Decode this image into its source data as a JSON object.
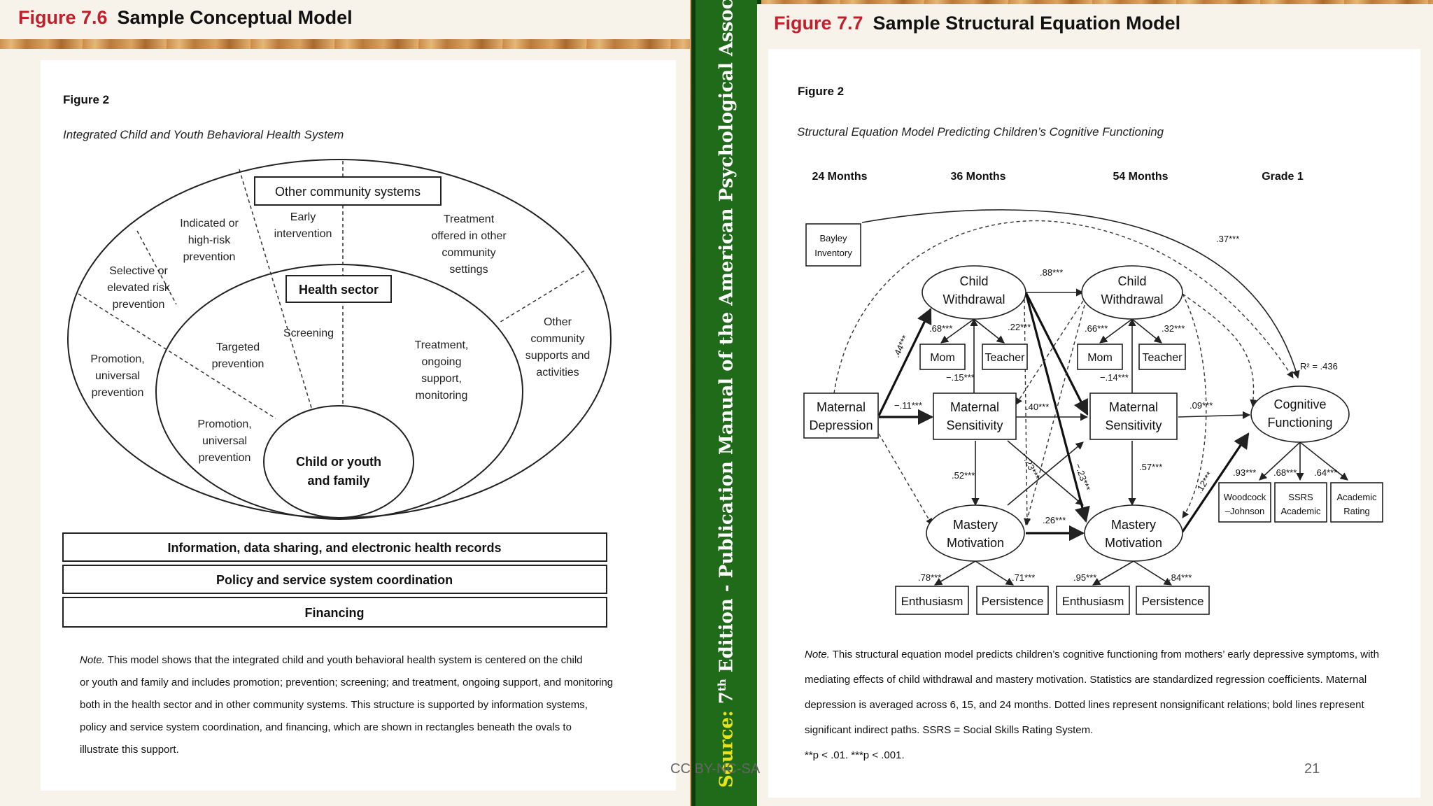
{
  "left": {
    "figure_number": "Figure 7.6",
    "figure_title": "Sample Conceptual Model",
    "figure_label": "Figure 2",
    "figure_caption": "Integrated Child and Youth Behavioral Health System",
    "boxes": {
      "other_community_systems": "Other community systems",
      "health_sector": "Health sector"
    },
    "outer_labels": {
      "early_intervention": [
        "Early",
        "intervention"
      ],
      "indicated": [
        "Indicated or",
        "high-risk",
        "prevention"
      ],
      "treatment_other": [
        "Treatment",
        "offered in other",
        "community",
        "settings"
      ],
      "selective": [
        "Selective or",
        "elevated risk",
        "prevention"
      ],
      "other_supports": [
        "Other",
        "community",
        "supports and",
        "activities"
      ],
      "promotion_outer": [
        "Promotion,",
        "universal",
        "prevention"
      ]
    },
    "inner_labels": {
      "screening": "Screening",
      "targeted": [
        "Targeted",
        "prevention"
      ],
      "treatment_inner": [
        "Treatment,",
        "ongoing",
        "support,",
        "monitoring"
      ],
      "promotion_inner": [
        "Promotion,",
        "universal",
        "prevention"
      ],
      "child_family": [
        "Child or youth",
        "and family"
      ]
    },
    "bars": [
      "Information, data sharing, and electronic health records",
      "Policy and service system coordination",
      "Financing"
    ],
    "note_label": "Note.",
    "note_lines": [
      "This model shows that the integrated child and youth behavioral health system is centered on the child",
      "or youth and family and includes promotion; prevention; screening; and treatment, ongoing support, and monitoring",
      "both in the health sector and in other community systems. This structure is supported by information systems,",
      "policy and service system coordination, and financing, which are shown in rectangles beneath the ovals to",
      "illustrate this support."
    ]
  },
  "spine": {
    "source": "Source:",
    "edition_sup": "th",
    "edition_num": "7",
    "rest": " Edition - Publication Manual of the American Psychological Association"
  },
  "right": {
    "figure_number": "Figure 7.7",
    "figure_title": "Sample Structural Equation Model",
    "figure_label": "Figure 2",
    "figure_caption": "Structural Equation Model Predicting Children’s Cognitive Functioning",
    "time_headers": [
      "24 Months",
      "36 Months",
      "54 Months",
      "Grade 1"
    ],
    "nodes": {
      "bayley": [
        "Bayley",
        "Inventory"
      ],
      "maternal_depression": [
        "Maternal",
        "Depression"
      ],
      "child_withdrawal": [
        "Child",
        "Withdrawal"
      ],
      "maternal_sensitivity": [
        "Maternal",
        "Sensitivity"
      ],
      "mastery_motivation": [
        "Mastery",
        "Motivation"
      ],
      "cognitive_functioning": [
        "Cognitive",
        "Functioning"
      ],
      "mom": "Mom",
      "teacher": "Teacher",
      "enthusiasm": "Enthusiasm",
      "persistence": "Persistence",
      "woodcock": [
        "Woodcock",
        "–Johnson"
      ],
      "ssrs": [
        "SSRS",
        "Academic"
      ],
      "academic_rating": [
        "Academic",
        "Rating"
      ]
    },
    "coefficients": {
      "bayley_cog": ".37***",
      "r2": "R² = .436",
      "cw_cw": ".88***",
      "md_cw": ".44***",
      "mom1": ".68***",
      "teacher1": ".22***",
      "mom2": ".66***",
      "teacher2": ".32***",
      "cw1_ms1": "−.15***",
      "cw2_ms2": "−.14***",
      "md_ms": "−.11***",
      "ms_ms": ".40***",
      "ms_cog": ".09***",
      "ms1_mm1": ".52***",
      "ms2_mm2": ".57***",
      "cross1": "−.23***",
      "cross2": "−.23***",
      "mm_mm": ".26***",
      "mm_cog": ".12***",
      "woodcock": ".93***",
      "ssrs": ".68***",
      "academic": ".64***",
      "enth1": ".78***",
      "pers1": ".71***",
      "enth2": ".95***",
      "pers2": ".84***"
    },
    "note_label": "Note.",
    "note_lines": [
      "This structural equation model predicts children’s cognitive functioning from mothers’ early depressive symptoms, with",
      "mediating effects of child withdrawal and mastery motivation. Statistics are standardized regression coefficients. Maternal",
      "depression is averaged across 6, 15, and 24 months. Dotted lines represent nonsignificant relations; bold lines represent",
      "significant indirect paths. SSRS = Social Skills Rating System.",
      "**p < .01. ***p < .001."
    ]
  },
  "footer": {
    "license": "CC BY-NC-SA",
    "page_number": "21"
  }
}
